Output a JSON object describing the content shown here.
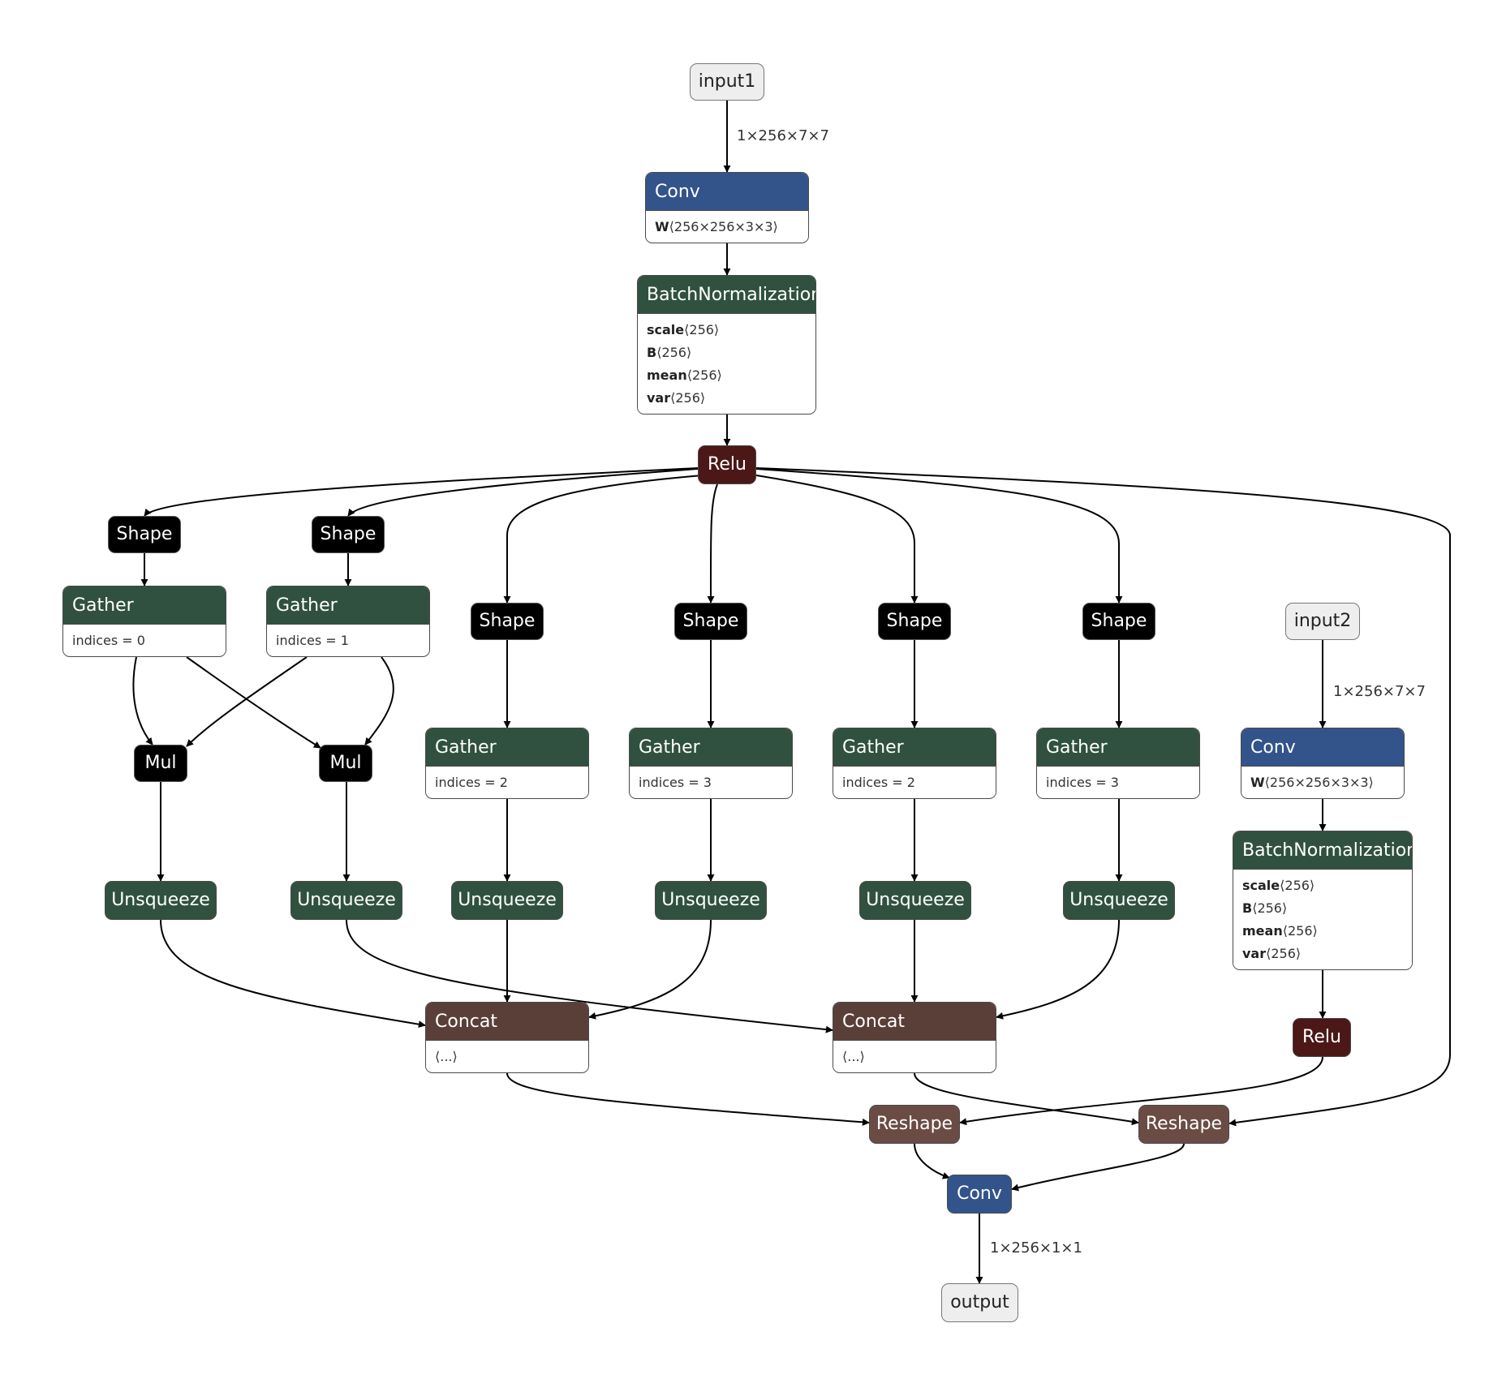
{
  "colors": {
    "io": "#eeeeee",
    "conv": "#33548a",
    "norm": "#30513f",
    "relu": "#4b1817",
    "shape": "#000000",
    "gather": "#30513f",
    "mul": "#000000",
    "unsqueeze": "#30513f",
    "concat": "#5a3f39",
    "reshape": "#6b4c44"
  },
  "nodes": {
    "input1": {
      "label": "input1"
    },
    "conv1": {
      "label": "Conv",
      "attrs": [
        {
          "key": "W",
          "value": "⟨256×256×3×3⟩"
        }
      ]
    },
    "bn1": {
      "label": "BatchNormalization",
      "attrs": [
        {
          "key": "scale",
          "value": "⟨256⟩"
        },
        {
          "key": "B",
          "value": "⟨256⟩"
        },
        {
          "key": "mean",
          "value": "⟨256⟩"
        },
        {
          "key": "var",
          "value": "⟨256⟩"
        }
      ]
    },
    "relu1": {
      "label": "Relu"
    },
    "shape1": {
      "label": "Shape"
    },
    "shape2": {
      "label": "Shape"
    },
    "shape3": {
      "label": "Shape"
    },
    "shape4": {
      "label": "Shape"
    },
    "shape5": {
      "label": "Shape"
    },
    "shape6": {
      "label": "Shape"
    },
    "gather1": {
      "label": "Gather",
      "attrs": [
        {
          "key": "",
          "value": "indices = 0"
        }
      ]
    },
    "gather2": {
      "label": "Gather",
      "attrs": [
        {
          "key": "",
          "value": "indices = 1"
        }
      ]
    },
    "gather3": {
      "label": "Gather",
      "attrs": [
        {
          "key": "",
          "value": "indices = 2"
        }
      ]
    },
    "gather4": {
      "label": "Gather",
      "attrs": [
        {
          "key": "",
          "value": "indices = 3"
        }
      ]
    },
    "gather5": {
      "label": "Gather",
      "attrs": [
        {
          "key": "",
          "value": "indices = 2"
        }
      ]
    },
    "gather6": {
      "label": "Gather",
      "attrs": [
        {
          "key": "",
          "value": "indices = 3"
        }
      ]
    },
    "mul1": {
      "label": "Mul"
    },
    "mul2": {
      "label": "Mul"
    },
    "unsq1": {
      "label": "Unsqueeze"
    },
    "unsq2": {
      "label": "Unsqueeze"
    },
    "unsq3": {
      "label": "Unsqueeze"
    },
    "unsq4": {
      "label": "Unsqueeze"
    },
    "unsq5": {
      "label": "Unsqueeze"
    },
    "unsq6": {
      "label": "Unsqueeze"
    },
    "concat1": {
      "label": "Concat",
      "attrs": [
        {
          "key": "",
          "value": "⟨...⟩"
        }
      ]
    },
    "concat2": {
      "label": "Concat",
      "attrs": [
        {
          "key": "",
          "value": "⟨...⟩"
        }
      ]
    },
    "input2": {
      "label": "input2"
    },
    "conv2": {
      "label": "Conv",
      "attrs": [
        {
          "key": "W",
          "value": "⟨256×256×3×3⟩"
        }
      ]
    },
    "bn2": {
      "label": "BatchNormalization",
      "attrs": [
        {
          "key": "scale",
          "value": "⟨256⟩"
        },
        {
          "key": "B",
          "value": "⟨256⟩"
        },
        {
          "key": "mean",
          "value": "⟨256⟩"
        },
        {
          "key": "var",
          "value": "⟨256⟩"
        }
      ]
    },
    "relu2": {
      "label": "Relu"
    },
    "reshape1": {
      "label": "Reshape"
    },
    "reshape2": {
      "label": "Reshape"
    },
    "conv3": {
      "label": "Conv"
    },
    "output": {
      "label": "output"
    }
  },
  "edge_labels": {
    "input1_to_conv1": "1×256×7×7",
    "input2_to_conv2": "1×256×7×7",
    "conv3_to_output": "1×256×1×1"
  }
}
